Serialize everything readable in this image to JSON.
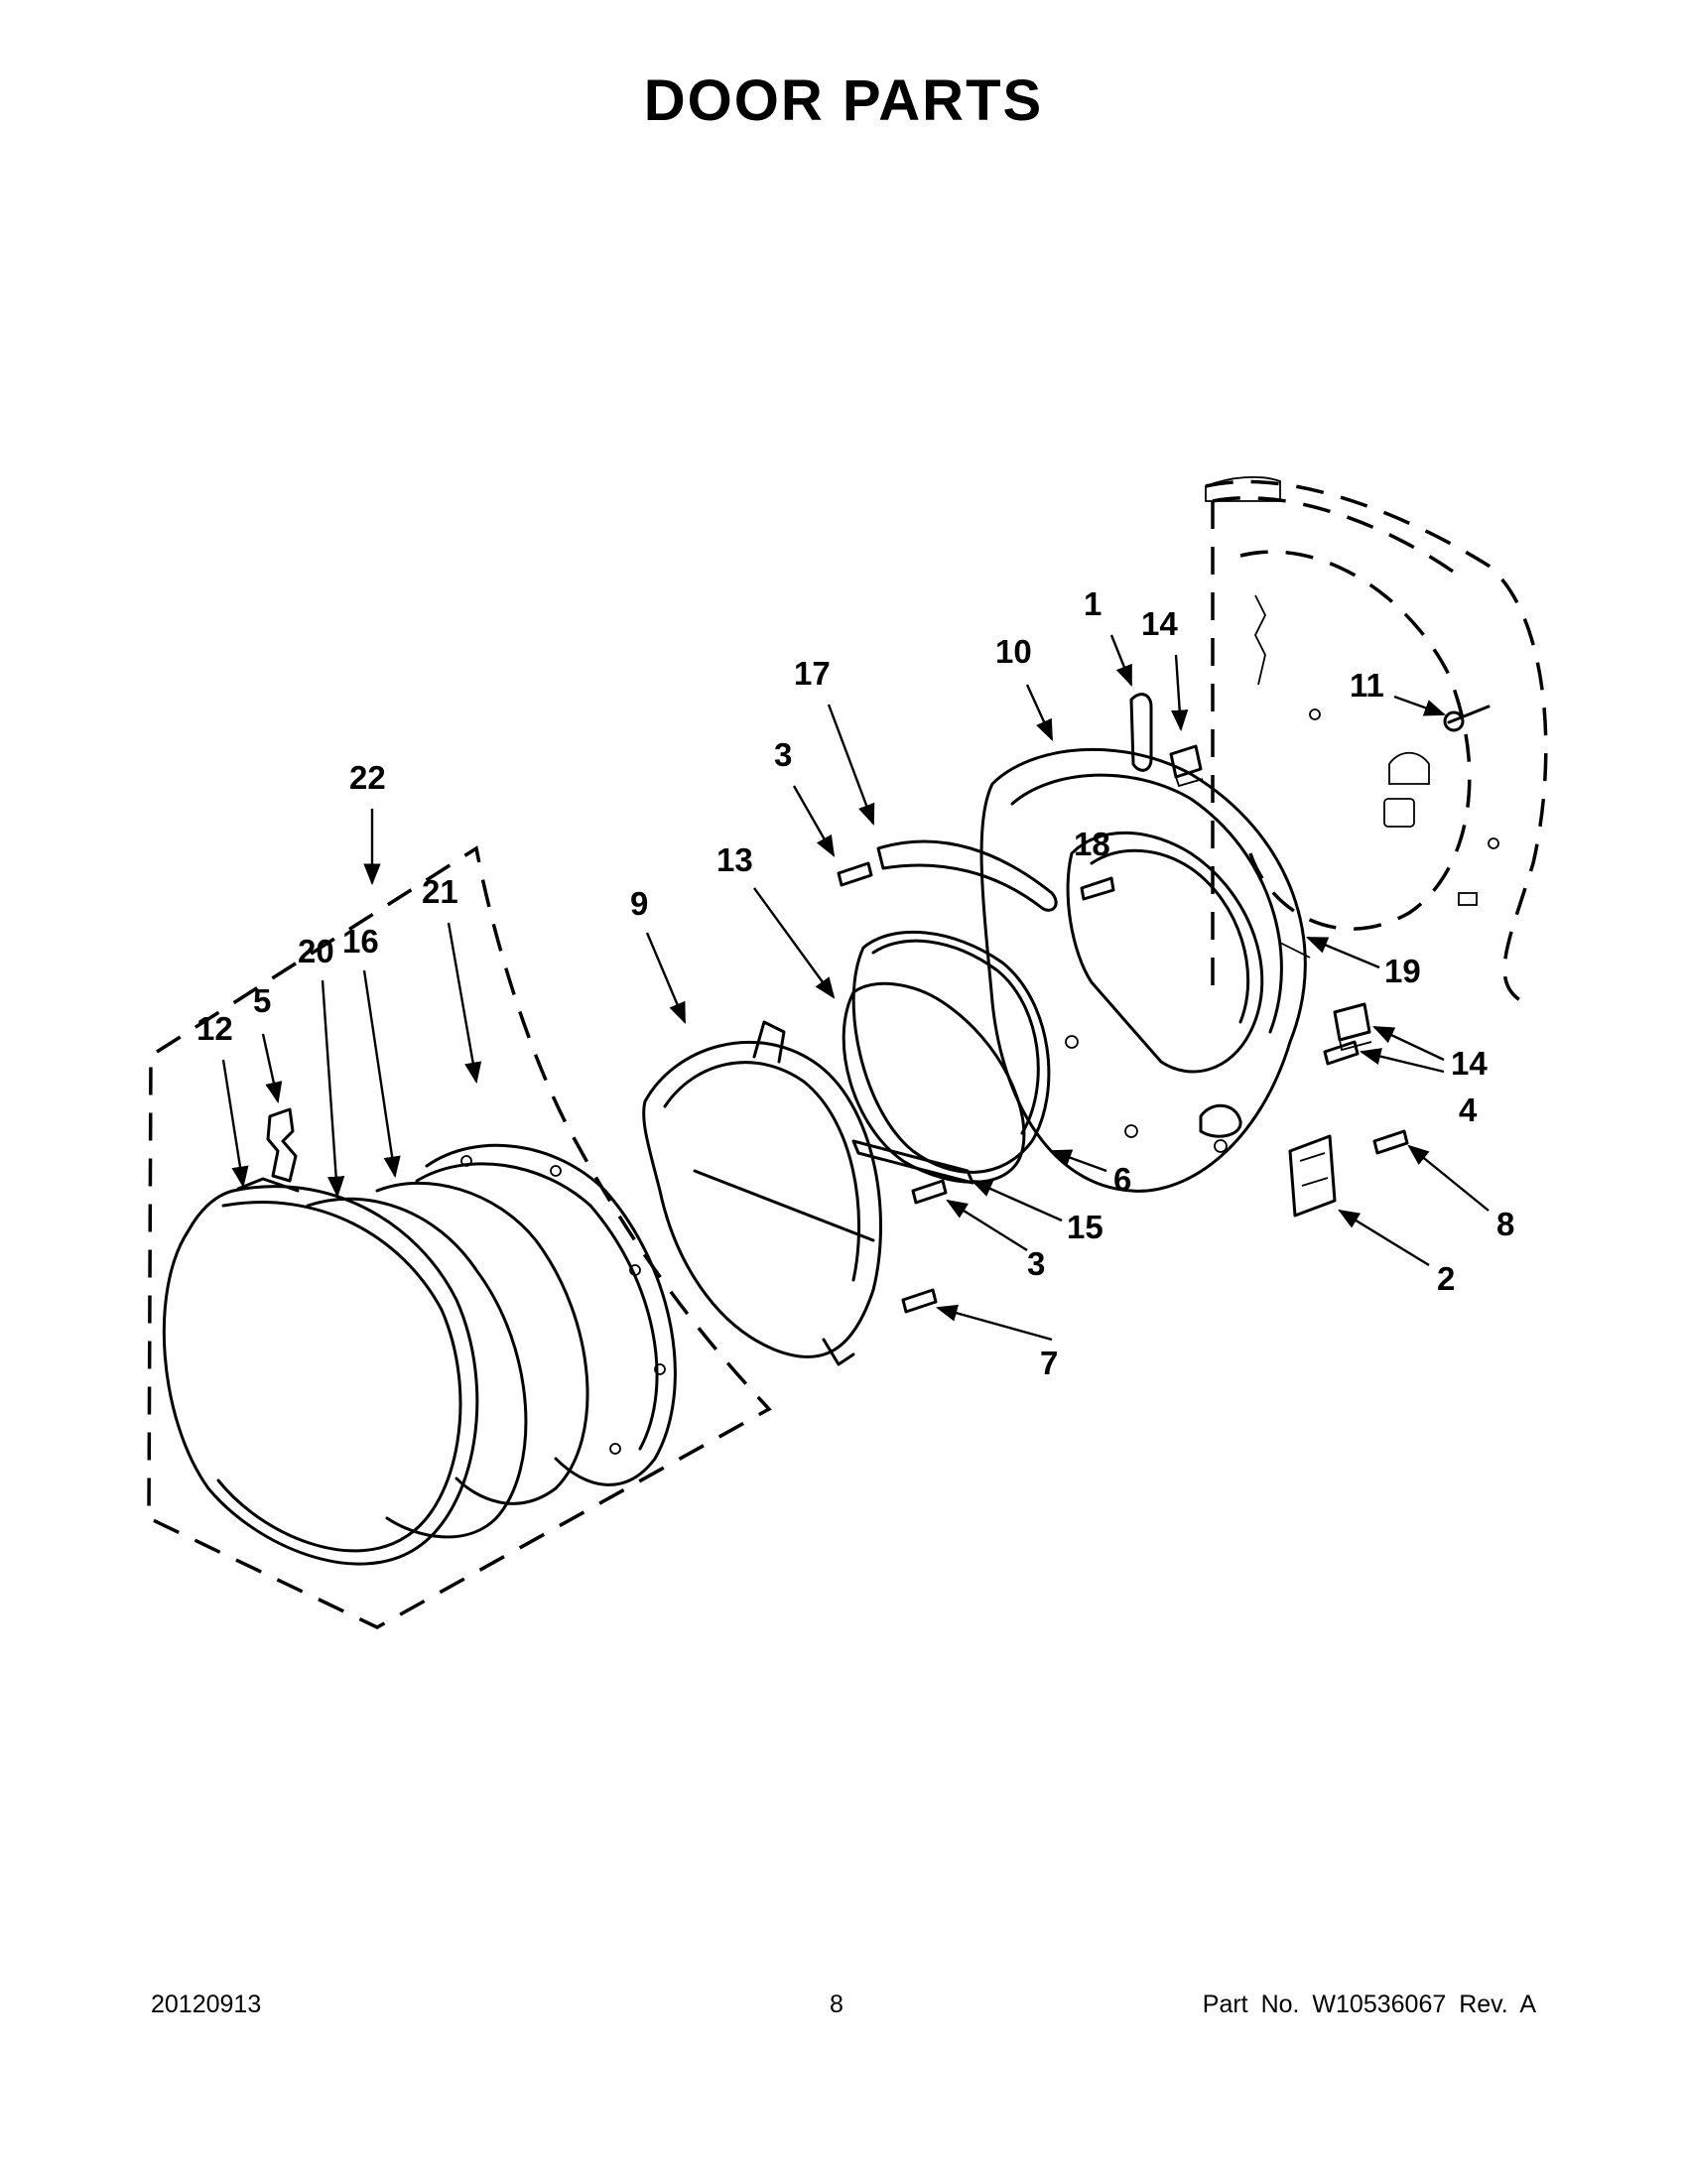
{
  "title": "DOOR PARTS",
  "callouts": [
    {
      "id": "1",
      "label": "1"
    },
    {
      "id": "14a",
      "label": "14"
    },
    {
      "id": "10",
      "label": "10"
    },
    {
      "id": "17",
      "label": "17"
    },
    {
      "id": "11",
      "label": "11"
    },
    {
      "id": "3a",
      "label": "3"
    },
    {
      "id": "18",
      "label": "18"
    },
    {
      "id": "13",
      "label": "13"
    },
    {
      "id": "22",
      "label": "22"
    },
    {
      "id": "21",
      "label": "21"
    },
    {
      "id": "9",
      "label": "9"
    },
    {
      "id": "16",
      "label": "16"
    },
    {
      "id": "20",
      "label": "20"
    },
    {
      "id": "5",
      "label": "5"
    },
    {
      "id": "12",
      "label": "12"
    },
    {
      "id": "19",
      "label": "19"
    },
    {
      "id": "14b",
      "label": "14"
    },
    {
      "id": "4",
      "label": "4"
    },
    {
      "id": "6",
      "label": "6"
    },
    {
      "id": "8",
      "label": "8"
    },
    {
      "id": "15",
      "label": "15"
    },
    {
      "id": "3b",
      "label": "3"
    },
    {
      "id": "2",
      "label": "2"
    },
    {
      "id": "7",
      "label": "7"
    }
  ],
  "footer": {
    "date": "20120913",
    "page": "8",
    "part_no": "Part No.  W10536067  Rev.  A"
  }
}
